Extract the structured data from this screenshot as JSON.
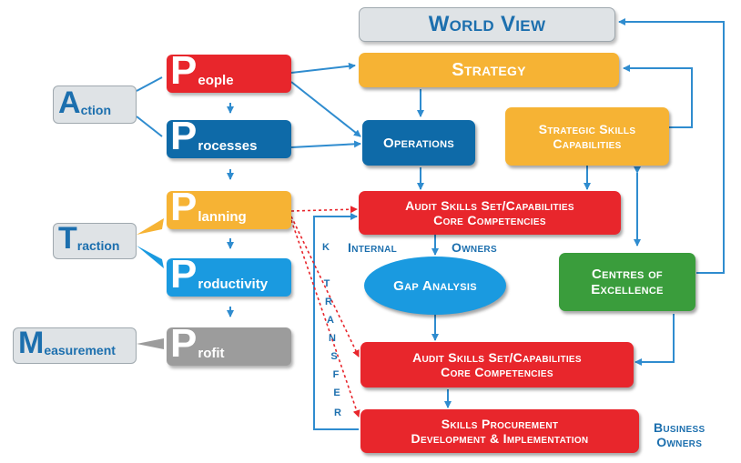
{
  "world_view": "World View",
  "strategy": "Strategy",
  "operations": "Operations",
  "strategic_skills": [
    "Strategic Skills",
    "Capabilities"
  ],
  "audit_top": [
    "Audit Skills Set/Capabilities",
    "Core Competencies"
  ],
  "internal": "Internal",
  "owners": "Owners",
  "gap_analysis": "Gap Analysis",
  "centres": [
    "Centres of",
    "Excellence"
  ],
  "audit_bottom": [
    "Audit Skills Set/Capabilities",
    "Core Competencies"
  ],
  "procurement": [
    "Skills Procurement",
    "Development & Implementation"
  ],
  "business_owners": [
    "Business",
    "Owners"
  ],
  "k_transfer": [
    "K",
    "T",
    "R",
    "A",
    "N",
    "S",
    "F",
    "E",
    "R"
  ],
  "p_labels": [
    {
      "big": "P",
      "rest": "eople",
      "color": "#e8262c"
    },
    {
      "big": "P",
      "rest": "rocesses",
      "color": "#0e6aa8"
    },
    {
      "big": "P",
      "rest": "lanning",
      "color": "#f6b334"
    },
    {
      "big": "P",
      "rest": "roductivity",
      "color": "#1a9ae0"
    },
    {
      "big": "P",
      "rest": "rofit",
      "color": "#9c9c9c"
    }
  ],
  "a_labels": [
    {
      "big": "A",
      "rest": "ction"
    },
    {
      "big": "T",
      "rest": "raction"
    },
    {
      "big": "M",
      "rest": "easurement"
    }
  ],
  "colors": {
    "red": "#e8262c",
    "blue": "#0e6aa8",
    "amber": "#f6b334",
    "green": "#3a9d3c",
    "text_blue": "#1c6fae",
    "arrow": "#2f8ccf"
  }
}
